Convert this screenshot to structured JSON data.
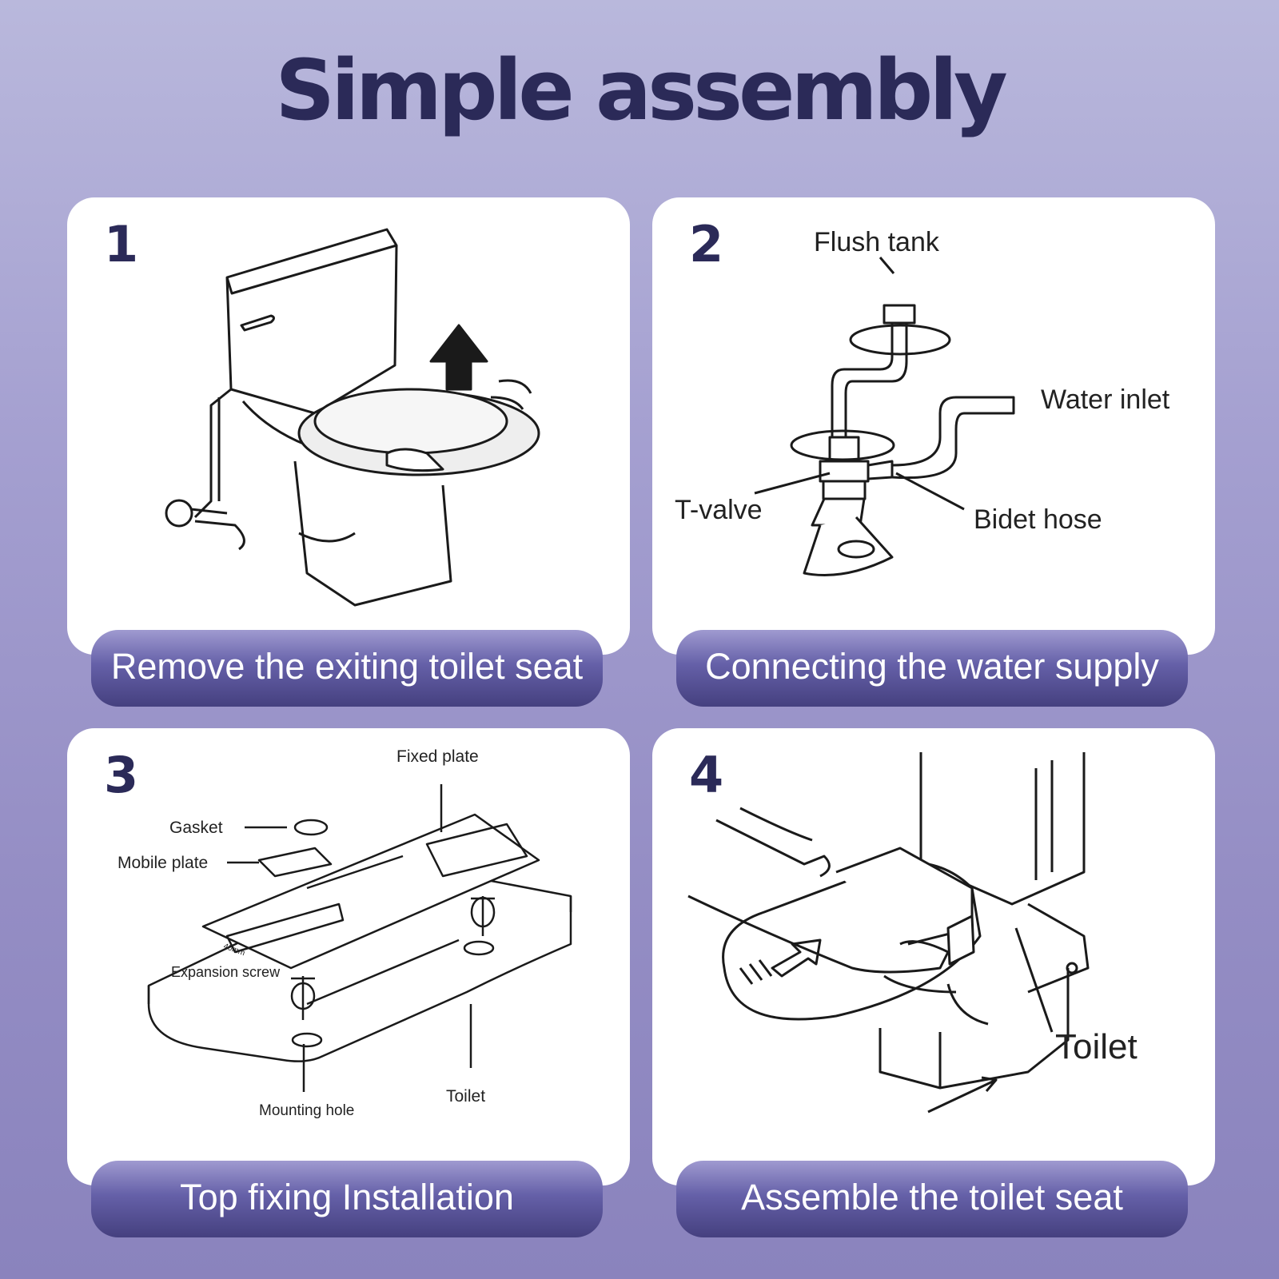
{
  "title": "Simple assembly",
  "steps": [
    {
      "number": "1",
      "caption": "Remove the exiting toilet seat",
      "labels": []
    },
    {
      "number": "2",
      "caption": "Connecting the water supply",
      "labels": [
        "Flush tank",
        "Water inlet",
        "T-valve",
        "Bidet hose"
      ]
    },
    {
      "number": "3",
      "caption": "Top fixing Installation",
      "labels": [
        "Fixed plate",
        "Gasket",
        "Mobile plate",
        "Expansion screw",
        "Mounting hole",
        "Toilet",
        "40mm"
      ]
    },
    {
      "number": "4",
      "caption": "Assemble the toilet seat",
      "labels": [
        "Toilet"
      ]
    }
  ],
  "colors": {
    "title": "#2b2a58",
    "caption_bg": "#5a559c",
    "card": "#ffffff"
  }
}
